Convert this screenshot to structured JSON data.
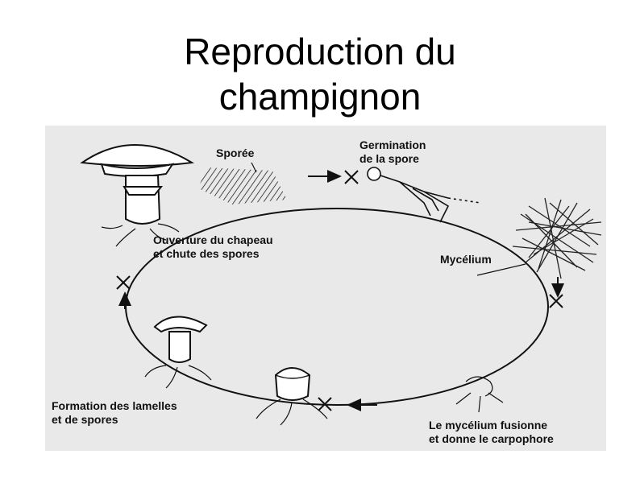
{
  "slide": {
    "title_line1": "Reproduction du",
    "title_line2": "champignon"
  },
  "diagram": {
    "labels": {
      "sporee": "Sporée",
      "germination_line1": "Germination",
      "germination_line2": "de la spore",
      "mycelium": "Mycélium",
      "ouverture_line1": "Ouverture du chapeau",
      "ouverture_line2": "et chute des spores",
      "formation_line1": "Formation des lamelles",
      "formation_line2": "et de spores",
      "fusion_line1": "Le mycélium fusionne",
      "fusion_line2": "et donne le carpophore"
    },
    "colors": {
      "background": "#e9e9e9",
      "ink": "#111111"
    }
  }
}
